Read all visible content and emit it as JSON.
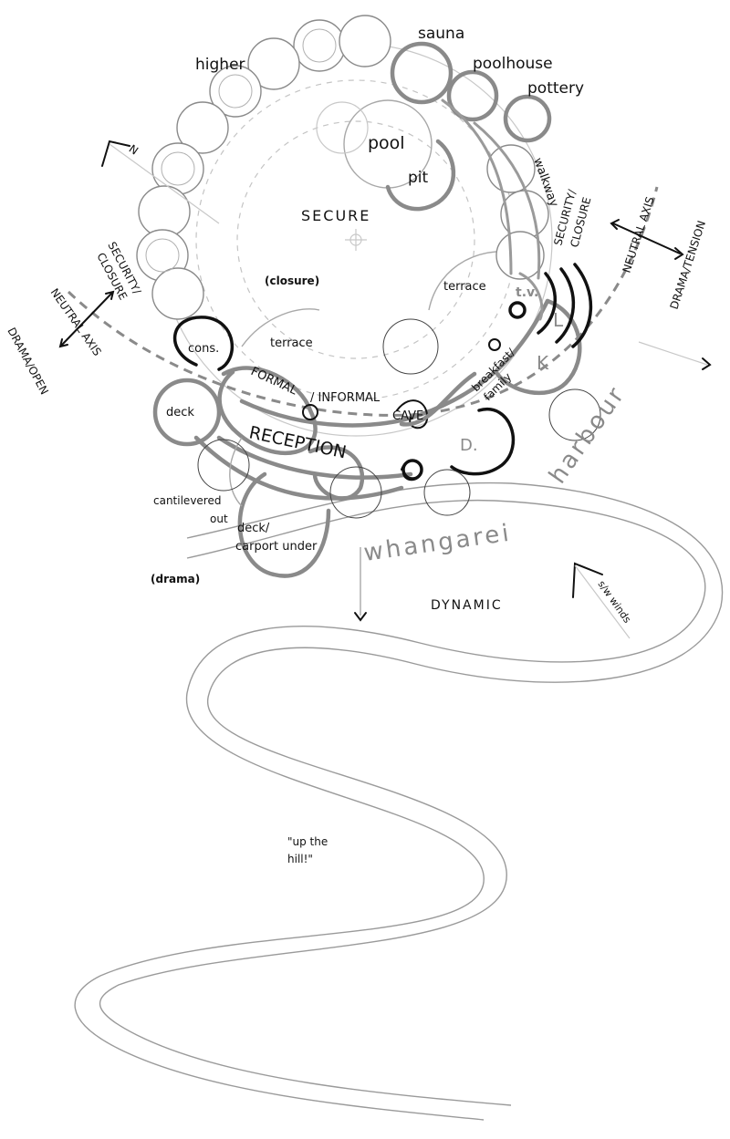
{
  "labels": {
    "sauna": "sauna",
    "poolhouse": "poolhouse",
    "pottery": "pottery",
    "higher": "higher",
    "north": "N",
    "pool": "pool",
    "pit": "pit",
    "walkway": "walkway",
    "secure": "SECURE",
    "security_closure_right_1": "SECURITY/",
    "security_closure_right_2": "CLOSURE",
    "neutral_axis_right": "NEUTRAL AXIS",
    "drama_tension": "DRAMA/TENSION",
    "security_closure_left_1": "SECURITY/",
    "security_closure_left_2": "CLOSURE",
    "neutral_axis_left": "NEUTRAL AXIS",
    "drama_open": "DRAMA/OPEN",
    "closure": "(closure)",
    "terrace_right": "terrace",
    "tv": "t.v.",
    "l": "L",
    "k": "K",
    "breakfast_1": "breakfast/",
    "breakfast_2": "family",
    "cons": "cons.",
    "terrace_left": "terrace",
    "formal": "FORMAL",
    "informal": "/ INFORMAL",
    "cave": "CAVE",
    "deck": "deck",
    "reception": "RECEPTION",
    "d": "D.",
    "harbour_1": "harbour",
    "harbour_2": "whangarei",
    "cantilevered_1": "cantilevered",
    "cantilevered_2": "out",
    "deck_carport_1": "deck/",
    "deck_carport_2": "carport under",
    "drama": "(drama)",
    "dynamic": "DYNAMIC",
    "sw_winds": "s/w winds",
    "up_hill_1": "\"up the",
    "up_hill_2": "hill!\""
  }
}
